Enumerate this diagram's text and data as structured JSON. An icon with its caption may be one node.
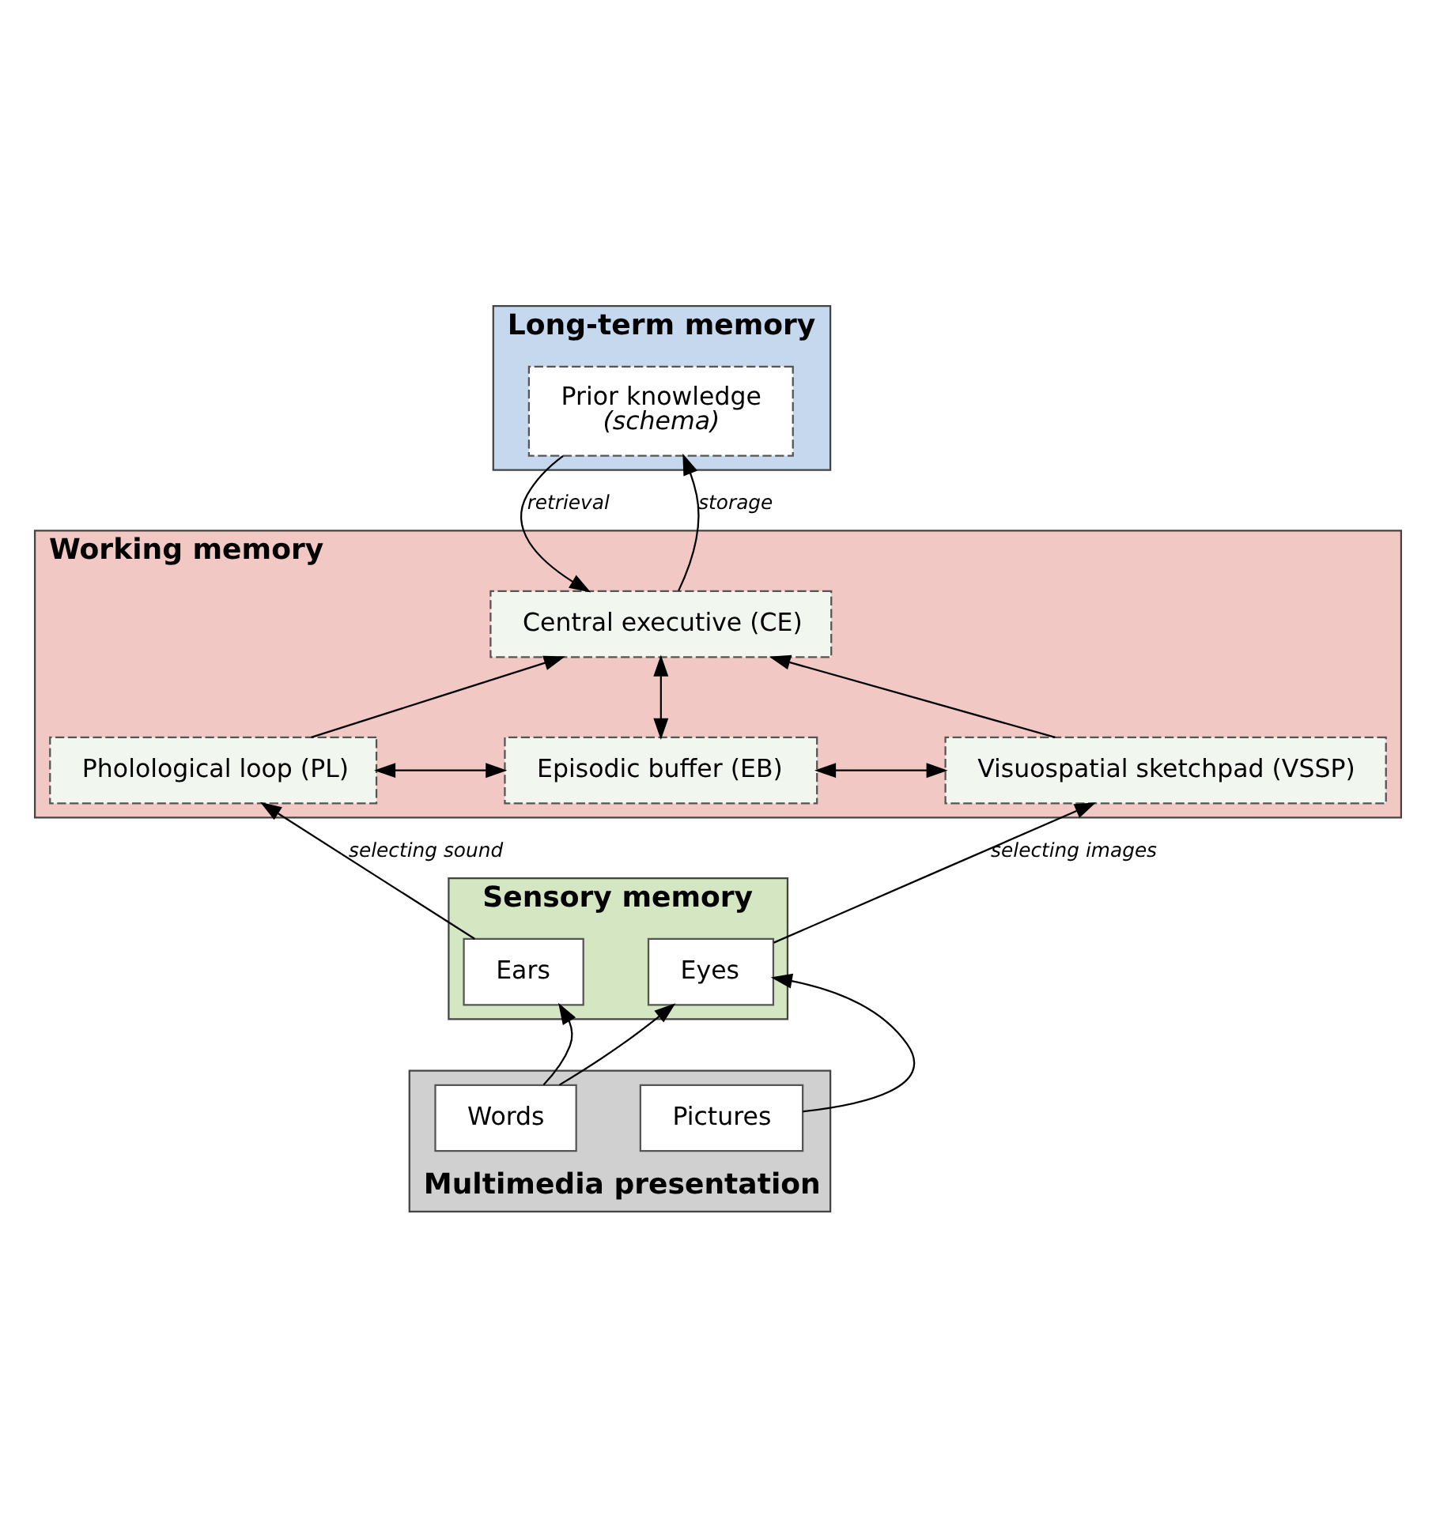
{
  "diagram": {
    "nodes": [
      {
        "text": [
          "Long-term memory"
        ]
      },
      {
        "text": [
          "Prior knowledge",
          "(schema)"
        ],
        "in": 0
      },
      {
        "text": [
          "Working memory"
        ]
      },
      {
        "text": [
          "Central executive (CE)"
        ],
        "in": 2
      },
      {
        "text": [
          "Pholological loop (PL)"
        ],
        "in": 2
      },
      {
        "text": [
          "Episodic buffer (EB)"
        ],
        "in": 2
      },
      {
        "text": [
          "Visuospatial sketchpad (VSSP)"
        ],
        "in": 2
      },
      {
        "text": [
          "Sensory memory"
        ]
      },
      {
        "text": [
          "Ears"
        ],
        "in": 7
      },
      {
        "text": [
          "Eyes"
        ],
        "in": 7
      },
      {
        "text": [
          "Multimedia presentation"
        ]
      },
      {
        "text": [
          "Words"
        ],
        "in": 10
      },
      {
        "text": [
          "Pictures"
        ],
        "in": 10
      }
    ],
    "edges": [
      {
        "from": 1,
        "to": 3,
        "arrow": "to",
        "label": "retrieval"
      },
      {
        "from": 3,
        "to": 1,
        "arrow": "to",
        "label": "storage"
      },
      {
        "from": 4,
        "to": 3,
        "arrow": "to"
      },
      {
        "from": 6,
        "to": 3,
        "arrow": "to"
      },
      {
        "from": 3,
        "to": 5,
        "arrow": "both"
      },
      {
        "from": 4,
        "to": 5,
        "arrow": "both"
      },
      {
        "from": 5,
        "to": 6,
        "arrow": "both"
      },
      {
        "from": 8,
        "to": 4,
        "arrow": "to",
        "label": "selecting sound"
      },
      {
        "from": 9,
        "to": 6,
        "arrow": "to",
        "label": "selecting images"
      },
      {
        "from": 11,
        "to": 8,
        "arrow": "to"
      },
      {
        "from": 11,
        "to": 9,
        "arrow": "to"
      },
      {
        "from": 12,
        "to": 9,
        "arrow": "to"
      }
    ]
  }
}
